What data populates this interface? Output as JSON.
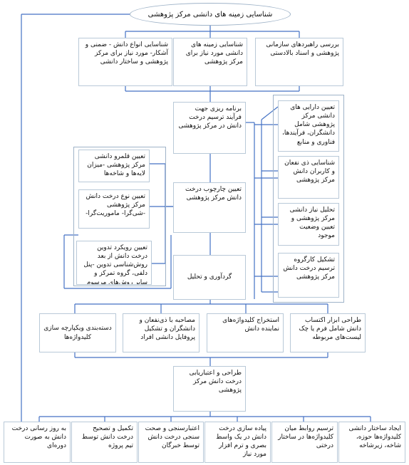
{
  "start": "شناسایی زمینه های دانشی مرکز پژوهشی",
  "row1": [
    "شناسایی انواع دانش - ضمنی و آشکار- مورد نیاز برای مرکز پژوهشی و ساختار دانشی",
    "شناسایی زمینه های دانشی مورد نیاز برای مرکز پژوهشی",
    "بررسی راهبردهای سازمانی پژوهشی و اسناد بالادستی"
  ],
  "planning": "برنامه ریزی جهت فرآیند ترسیم درخت دانش در مرکز پژوهشی",
  "right_col": [
    "تعیین دارایی های دانشی مرکز پژوهشی شامل دانشگران، فرآیندها، فناوری و منابع",
    "شناسایی ذی نفعان و کاربران دانش مرکز پژوهشی",
    "تحلیل نیاز دانشی مرکز پژوهشی و تعیین وضعیت موجود",
    "تشکیل کارگروه ترسیم درخت دانش مرکز پژوهشی"
  ],
  "framework": "تعیین چارچوب درخت دانش مرکز پژوهشی",
  "left_col": [
    "تعیین قلمرو دانشی مرکز پژوهشی -میزان لایه‌ها و شاخه‌ها",
    "تعیین نوع درخت دانش مرکز پژوهشی -شی‌گرا- ماموریت‌گرا-",
    "تعیین رویکرد تدوین درخت دانش از بعد روش‌شناسی تدوین -پنل دلفی، گروه تمرکز و سایر روش‌های مرسوم"
  ],
  "collection": "گردآوری و تحلیل",
  "row4": [
    "دسته‌بندی ویکپارچه سازی کلیدواژه‌ها",
    "مصاحبه با ذی‌نفعان و دانشگران و تشکیل پروفایل دانشی افراد",
    "استخراج کلیدواژه‌های نماینده دانش",
    "طراحی ابزار اکتساب دانش شامل فرم یا چک لیست‌های مربوطه"
  ],
  "design": "طراحی و اعتباریابی درخت دانش مرکز پژوهشی",
  "bottom": [
    "به روز رسانی درخت دانش به صورت دوره‌ای",
    "تکمیل و تصحیح درخت دانش توسط تیم پروژه",
    "اعتبارسنجی و صحت سنجی درخت دانش توسط خبرگان",
    "پیاده سازی درخت دانش در یک واسط بصری و ترم افزار مورد نیاز",
    "ترسیم روابط میان کلیدواژه‌ها در ساختار درختی",
    "ایجاد ساختار دانشی کلیدواژه‌ها حوزه، شاخه، زیرشاخه"
  ]
}
